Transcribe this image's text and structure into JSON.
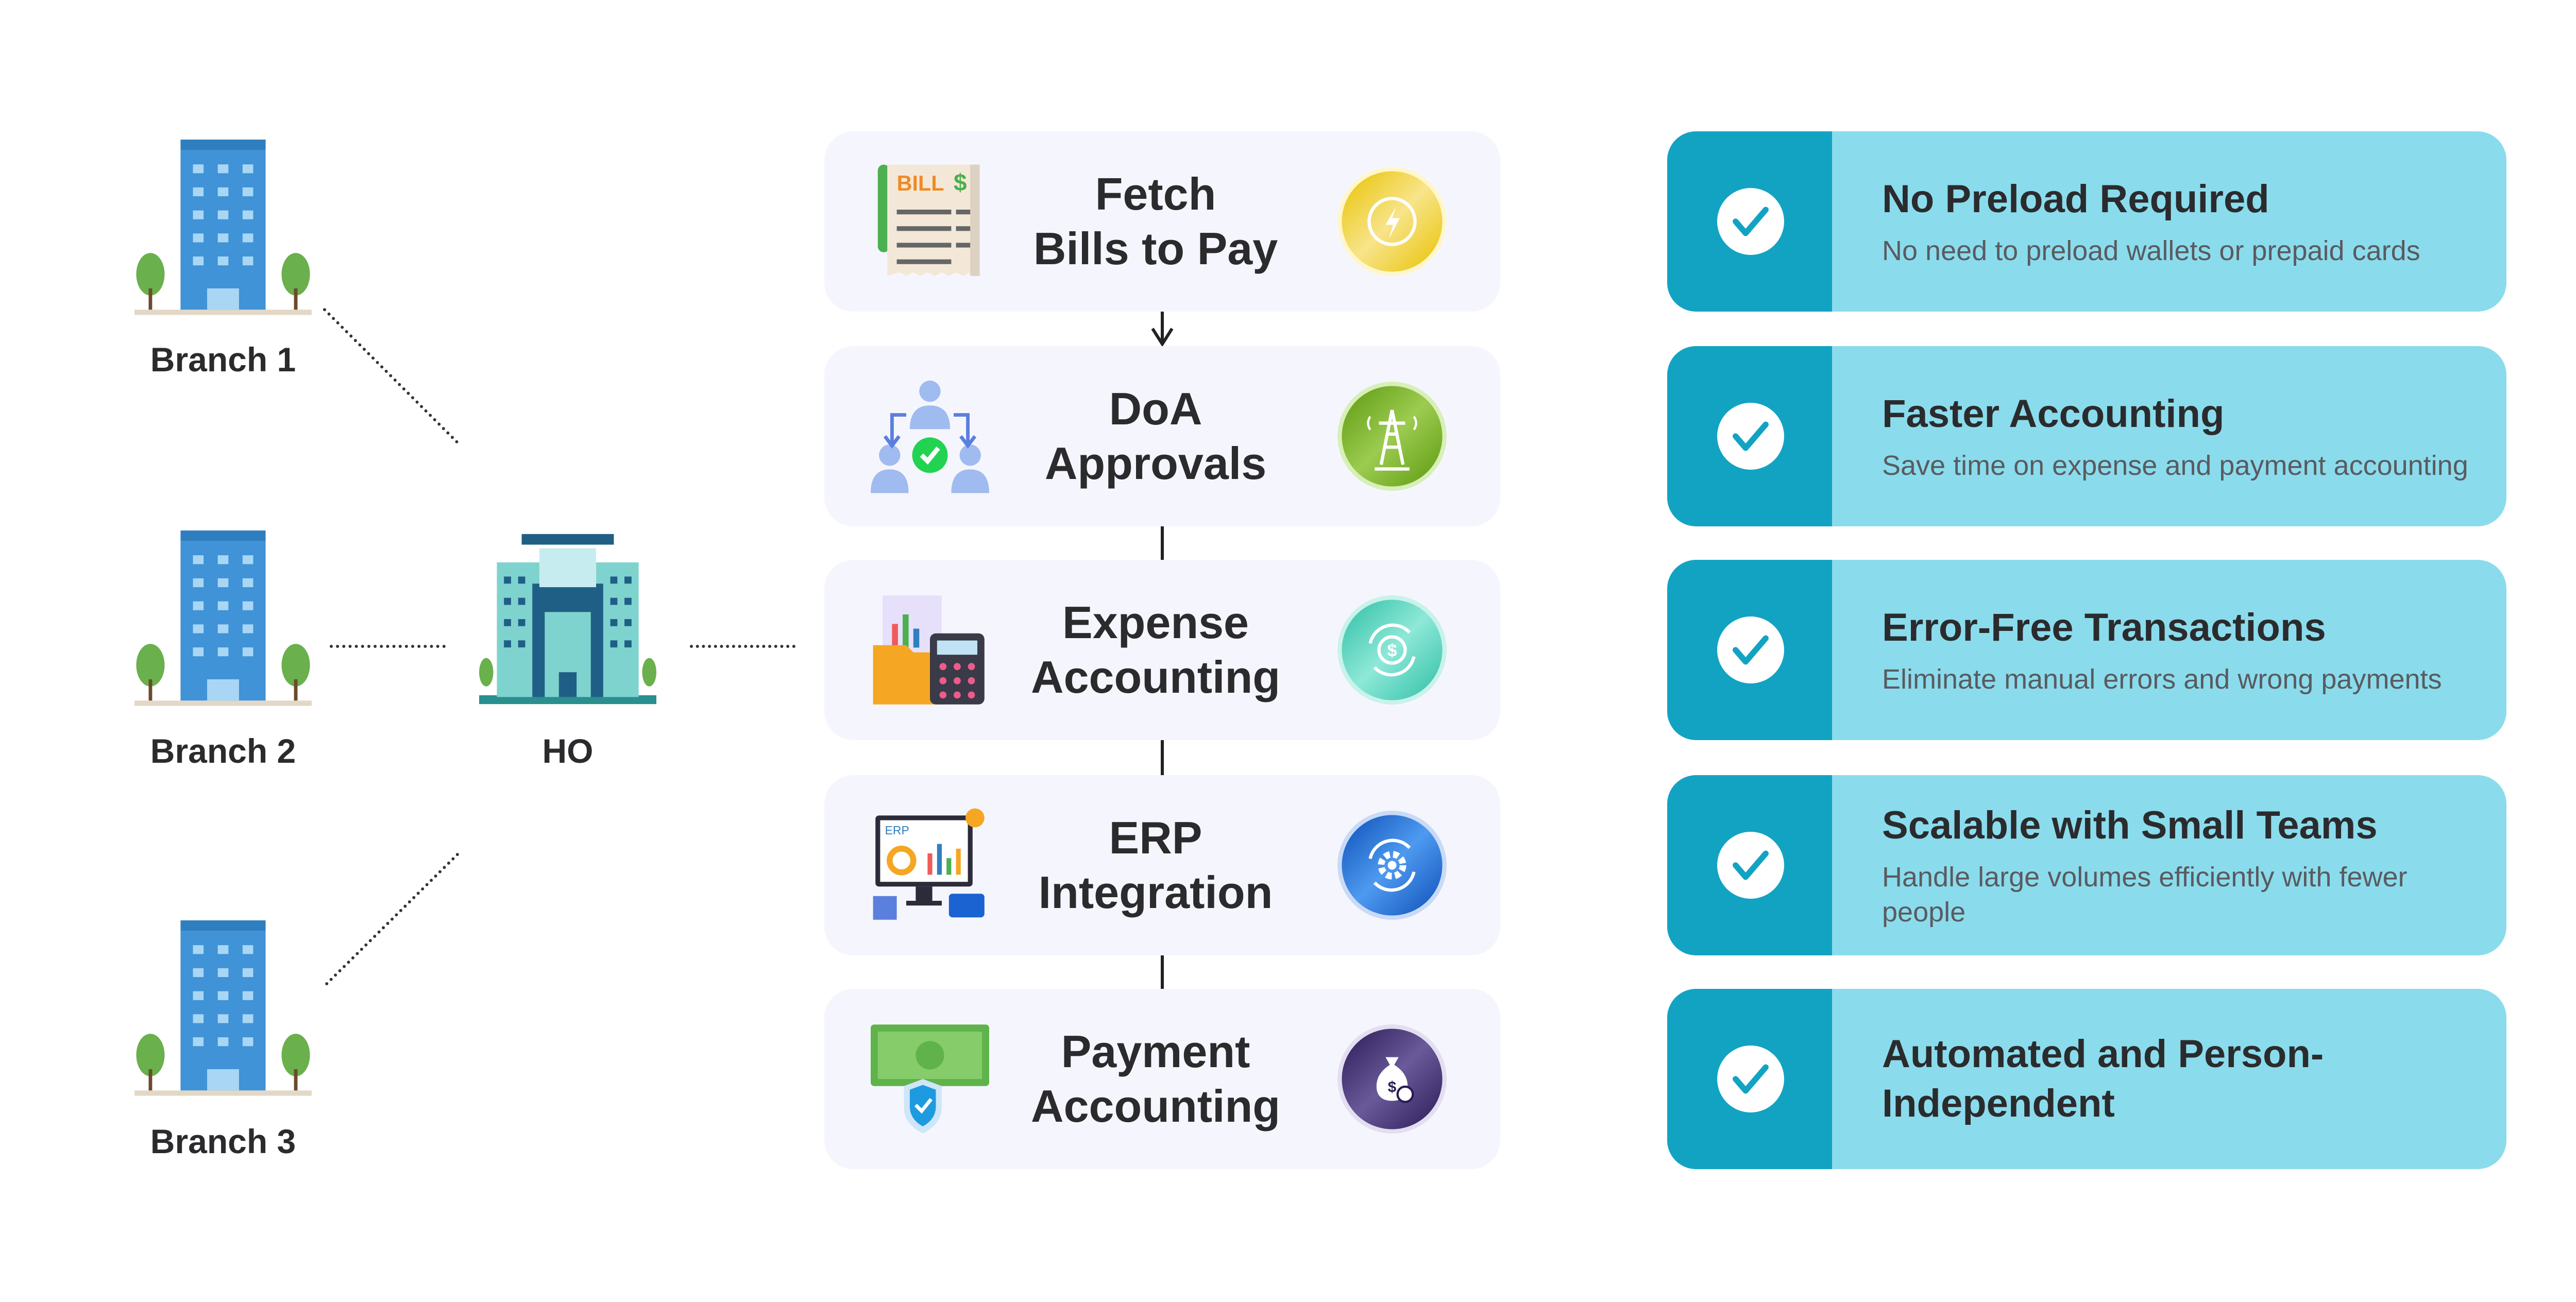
{
  "branches": [
    {
      "label": "Branch 1"
    },
    {
      "label": "Branch 2"
    },
    {
      "label": "Branch 3"
    }
  ],
  "ho": {
    "label": "HO"
  },
  "steps": [
    {
      "line1": "Fetch",
      "line2": "Bills to Pay",
      "icon": "bill-icon",
      "badge_icon": "lightning-icon",
      "badge_color": "#e8c200",
      "icon_text": "BILL $"
    },
    {
      "line1": "DoA",
      "line2": "Approvals",
      "icon": "approval-people-icon",
      "badge_icon": "tower-icon",
      "badge_color": "#5c9a10"
    },
    {
      "line1": "Expense",
      "line2": "Accounting",
      "icon": "folder-calculator-icon",
      "badge_icon": "dollar-cycle-icon",
      "badge_color": "#3cc9b0"
    },
    {
      "line1": "ERP",
      "line2": "Integration",
      "icon": "erp-monitor-icon",
      "badge_icon": "gear-cycle-icon",
      "badge_color": "#1a63d0",
      "icon_text": "ERP"
    },
    {
      "line1": "Payment",
      "line2": "Accounting",
      "icon": "cash-shield-icon",
      "badge_icon": "money-bag-icon",
      "badge_color": "#3a2a6a"
    }
  ],
  "benefits": [
    {
      "title": "No Preload Required",
      "desc": "No need to preload wallets or prepaid cards"
    },
    {
      "title": "Faster Accounting",
      "desc": "Save time on expense and payment accounting"
    },
    {
      "title": "Error-Free Transactions",
      "desc": "Eliminate manual errors and wrong payments"
    },
    {
      "title": "Scalable with Small Teams",
      "desc": "Handle large volumes efficiently with fewer people"
    },
    {
      "title": "Automated and Person-Independent",
      "desc": ""
    }
  ],
  "colors": {
    "strip": "#12a3c3",
    "benefit_bg": "#8adcec",
    "step_bg": "#f5f6fd"
  }
}
